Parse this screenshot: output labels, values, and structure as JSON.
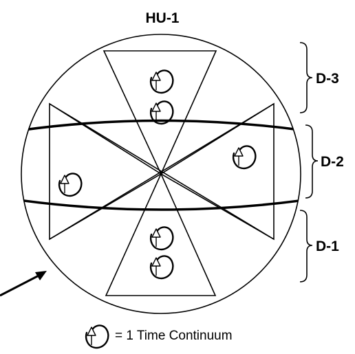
{
  "title": "HU-1",
  "dimensions": [
    {
      "id": "d3",
      "label": "D-3"
    },
    {
      "id": "d2",
      "label": "D-2"
    },
    {
      "id": "d1",
      "label": "D-1"
    }
  ],
  "legend": {
    "icon": "spiral-arrow-icon",
    "text": "= 1 Time Continuum"
  },
  "colors": {
    "stroke": "#000000",
    "background": "#ffffff"
  }
}
